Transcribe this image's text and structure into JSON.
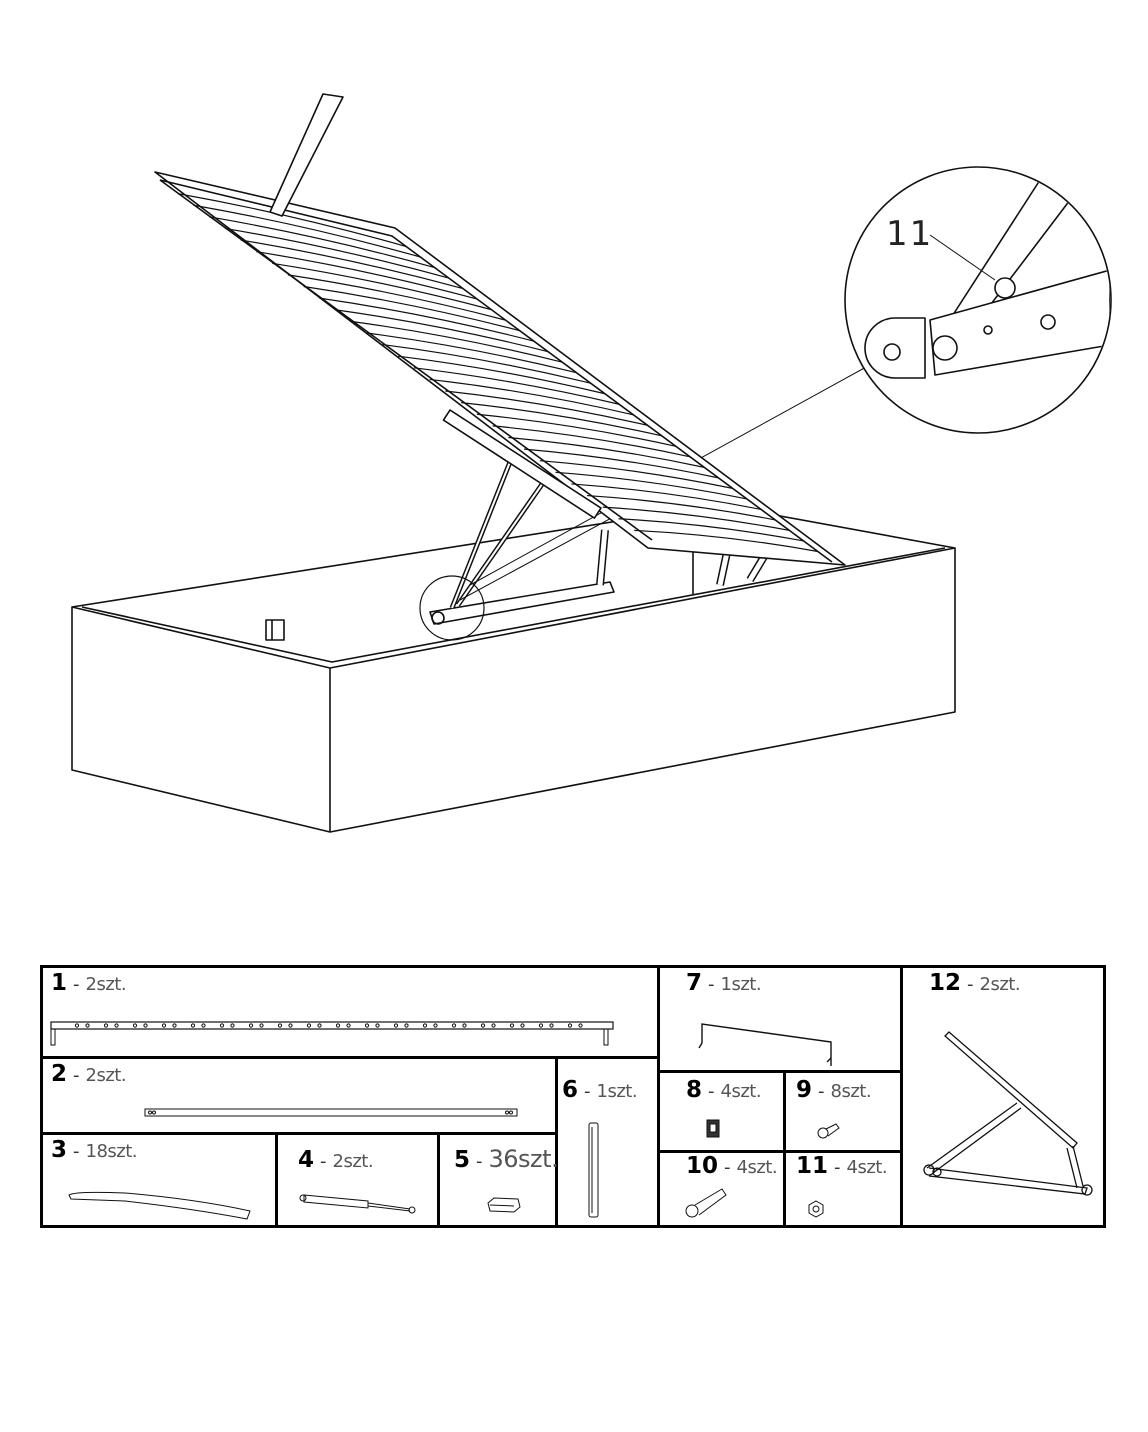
{
  "detail_callout": "11",
  "parts": [
    {
      "number": "1",
      "qty": "2szt."
    },
    {
      "number": "2",
      "qty": "2szt."
    },
    {
      "number": "3",
      "qty": "18szt."
    },
    {
      "number": "4",
      "qty": "2szt."
    },
    {
      "number": "5",
      "qty": "36szt."
    },
    {
      "number": "6",
      "qty": "1szt."
    },
    {
      "number": "7",
      "qty": "1szt."
    },
    {
      "number": "8",
      "qty": "4szt."
    },
    {
      "number": "9",
      "qty": "8szt."
    },
    {
      "number": "10",
      "qty": "4szt."
    },
    {
      "number": "11",
      "qty": "4szt."
    },
    {
      "number": "12",
      "qty": "2szt."
    }
  ]
}
